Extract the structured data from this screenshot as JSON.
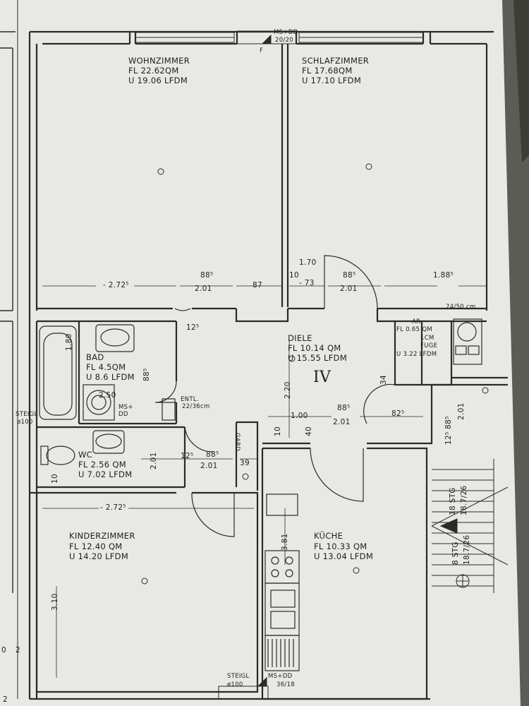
{
  "apartment_number": "IV",
  "rooms": {
    "wohnzimmer": {
      "name": "WOHNZIMMER",
      "area": "FL  22.62QM",
      "perimeter": "U   19.06 LFDM"
    },
    "schlafzimmer": {
      "name": "SCHLAFZIMMER",
      "area": "FL  17.68QM",
      "perimeter": "U   17.10 LFDM"
    },
    "diele": {
      "name": "DIELE",
      "area": "FL  10.14 QM",
      "perimeter": "U   15.55 LFDM"
    },
    "bad": {
      "name": "BAD",
      "area": "FL  4.5QM",
      "perimeter": "U   8.6 LFDM"
    },
    "wc": {
      "name": "WC",
      "area": "FL  2.56 QM",
      "perimeter": "U   7.02 LFDM"
    },
    "kinderzimmer": {
      "name": "KINDERZIMMER",
      "area": "FL  12.40 QM",
      "perimeter": "U   14.20 LFDM"
    },
    "kueche": {
      "name": "KÜCHE",
      "area": "FL  10.33 QM",
      "perimeter": "U   13.04 LFDM"
    },
    "ar": {
      "name": "AR",
      "area": "FL  0.65 QM",
      "note1": "1CM",
      "note2": "FUGE",
      "perimeter": "U  3.22 LFDM"
    },
    "garderobe": {
      "name": "GARD."
    }
  },
  "shafts": {
    "top": {
      "name": "MS+DD",
      "size": "20/20",
      "marker": "F"
    },
    "bottom": {
      "name": "MS+DD",
      "size": "36/18"
    },
    "bottom_riser": {
      "name": "STEIGL",
      "size": "ø100"
    },
    "left_riser": {
      "name": "STEIGL",
      "size": "ø100"
    },
    "bath": {
      "name": "MS+",
      "sub": "DD"
    },
    "entl": {
      "name": "ENTL.",
      "size": "22/36cm"
    }
  },
  "stair": {
    "opening": "74/50 cm",
    "upper_steps": "18 STG",
    "upper_ratio": "18.7/26",
    "lower_steps": "8 STG",
    "lower_ratio": "18.7/26"
  },
  "dims": {
    "wohn_width": "- 2.72⁵",
    "wohn_door_sup": "88⁵",
    "wohn_door": "2.01",
    "wohn_87": "87",
    "wall_10": "10",
    "schlaf_170": "1.70",
    "schlaf_73": "- 73",
    "schlaf_door_sup": "88⁵",
    "schlaf_door": "2.01",
    "schlaf_188": "1.88⁵",
    "bath_180": "1.80",
    "bath_885": "88⁵",
    "bath_250": "2.50",
    "bath_125": "12⁵",
    "diele_220": "2.20",
    "diele_100": "1.00",
    "diele_885": "88⁵",
    "diele_201": "2.01",
    "diele_825": "82⁵",
    "diele_34": "34",
    "landing_885": "12⁵ 88⁵",
    "landing_201": "2.01",
    "wc_125": "12⁵",
    "wc_885": "88⁵",
    "wc_201": "2.01",
    "wc_39": "39",
    "wc_201v": "2.01",
    "wc_10": "10",
    "kinder_272": "- 2.72⁵",
    "kinder_310": "3.10",
    "kueche_381": "3.81",
    "kueche_10": "10",
    "kueche_40": "40"
  },
  "margin": {
    "mark_left": "0",
    "mark_right": "2",
    "mark_bottom": "2"
  }
}
